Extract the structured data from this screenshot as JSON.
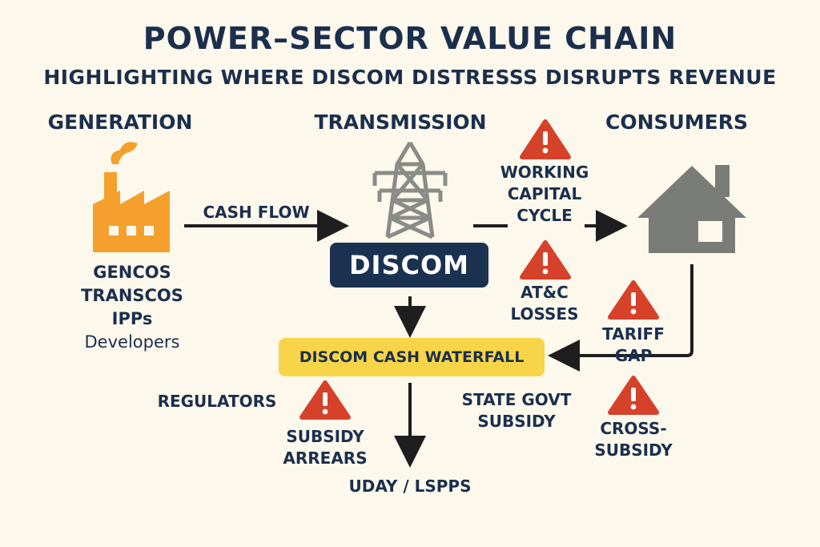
{
  "title": "POWER–SECTOR VALUE CHAIN",
  "subtitle": "HIGHLIGHTING WHERE DISCOM DISTRESSS DISRUPTS REVENUE",
  "sections": {
    "generation": "GENERATION",
    "transmission": "TRANSMISSION",
    "consumers": "CONSUMERS"
  },
  "generation_entities": [
    "GENCOS",
    "TRANSCOS",
    "IPPs",
    "Developers"
  ],
  "nodes": {
    "discom": "DISCOM",
    "waterfall": "DISCOM CASH WATERFALL"
  },
  "flow_labels": {
    "cash_flow": "CASH FLOW",
    "regulators": "REGULATORS",
    "state_subsidy_line1": "STATE GOVT",
    "state_subsidy_line2": "SUBSIDY",
    "uday": "UDAY / LSPPS"
  },
  "risks": {
    "working_capital": [
      "WORKING",
      "CAPITAL",
      "CYCLE"
    ],
    "atc_losses": [
      "AT&C",
      "LOSSES"
    ],
    "tariff_gap": [
      "TARIFF",
      "GAP"
    ],
    "subsidy_arrears": [
      "SUBSIDY",
      "ARREARS"
    ],
    "cross_subsidy": [
      "CROSS-",
      "SUBSIDY"
    ]
  },
  "colors": {
    "navy": "#1b2f4d",
    "factory": "#f5a02c",
    "warning": "#d6412a",
    "waterfall": "#f8d548",
    "house": "#7a7c78",
    "tower": "#8a8c88",
    "background": "#fdf8ec"
  },
  "icons": [
    "factory-icon",
    "transmission-tower-icon",
    "house-icon",
    "warning-icon"
  ]
}
